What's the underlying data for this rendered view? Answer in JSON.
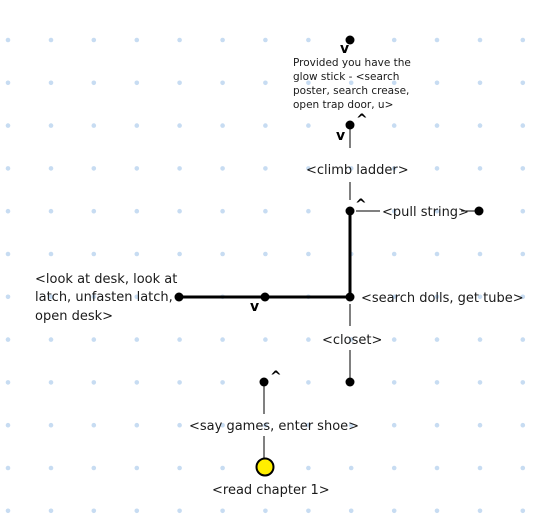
{
  "map": {
    "labels": {
      "glow_line1": "Provided you have the",
      "glow_line2": "glow stick - <search",
      "glow_line3": "poster, search crease,",
      "glow_line4": "open trap door, u>",
      "climb_ladder": "<climb ladder>",
      "pull_string": "<pull string>",
      "desk_line1": "<look at desk, look at",
      "desk_line2": "latch, unfasten latch,",
      "desk_line3": "open desk>",
      "search_dolls": "<search dolls, get tube>",
      "closet": "<closet>",
      "say_games": "<say games, enter shoe>",
      "read_chapter": "<read chapter 1>"
    },
    "marks": {
      "down": "v",
      "up": "^"
    },
    "colors": {
      "grid": "#c7dcf2",
      "start": "#ffee00"
    }
  }
}
